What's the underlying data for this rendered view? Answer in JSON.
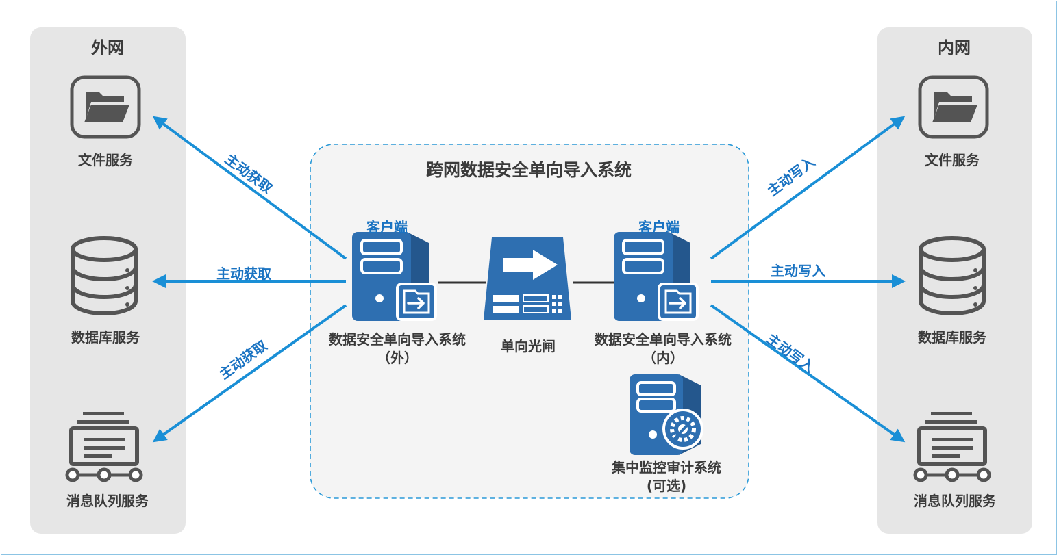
{
  "title": "跨网数据安全单向导入系统",
  "outer_network": {
    "title": "外网",
    "services": [
      {
        "label": "文件服务",
        "icon": "folder-icon"
      },
      {
        "label": "数据库服务",
        "icon": "database-icon"
      },
      {
        "label": "消息队列服务",
        "icon": "message-queue-icon"
      }
    ]
  },
  "inner_network": {
    "title": "内网",
    "services": [
      {
        "label": "文件服务",
        "icon": "folder-icon"
      },
      {
        "label": "数据库服务",
        "icon": "database-icon"
      },
      {
        "label": "消息队列服务",
        "icon": "message-queue-icon"
      }
    ]
  },
  "client_outer": {
    "tag": "客户端",
    "name": "数据安全单向导入系统",
    "sub": "（外）"
  },
  "gateway": {
    "name": "单向光闸"
  },
  "client_inner": {
    "tag": "客户端",
    "name": "数据安全单向导入系统",
    "sub": "（内）"
  },
  "monitor": {
    "name": "集中监控审计系统",
    "sub": "(可选)"
  },
  "left_arrows": [
    "主动获取",
    "主动获取",
    "主动获取"
  ],
  "right_arrows": [
    "主动写入",
    "主动写入",
    "主动写入"
  ],
  "colors": {
    "accent": "#1a8fd6",
    "server": "#2e6fb1",
    "icon_gray": "#545454",
    "panel": "#e6e6e6",
    "system_box": "#f4f4f4"
  }
}
